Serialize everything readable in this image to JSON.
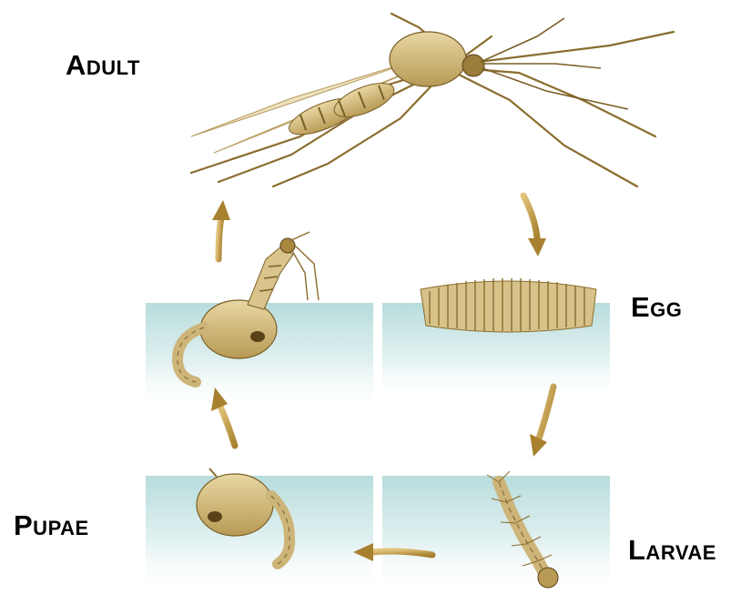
{
  "labels": {
    "adult": "Adult",
    "egg": "Egg",
    "pupae": "Pupae",
    "larvae": "Larvae"
  },
  "colors": {
    "water_top": "#c2e0e0",
    "water_bottom": "#f4fafa",
    "arrow": "#c9a24b",
    "body": "#d9c48c",
    "body_dark": "#8a6d2e",
    "label": "#000000"
  },
  "stages": [
    {
      "id": "adult",
      "icon": "adult-mosquito-icon"
    },
    {
      "id": "egg",
      "icon": "egg-raft-icon"
    },
    {
      "id": "larvae",
      "icon": "larva-icon"
    },
    {
      "id": "pupae",
      "icon": "pupa-icon"
    },
    {
      "id": "emerging",
      "icon": "emerging-adult-icon"
    }
  ]
}
